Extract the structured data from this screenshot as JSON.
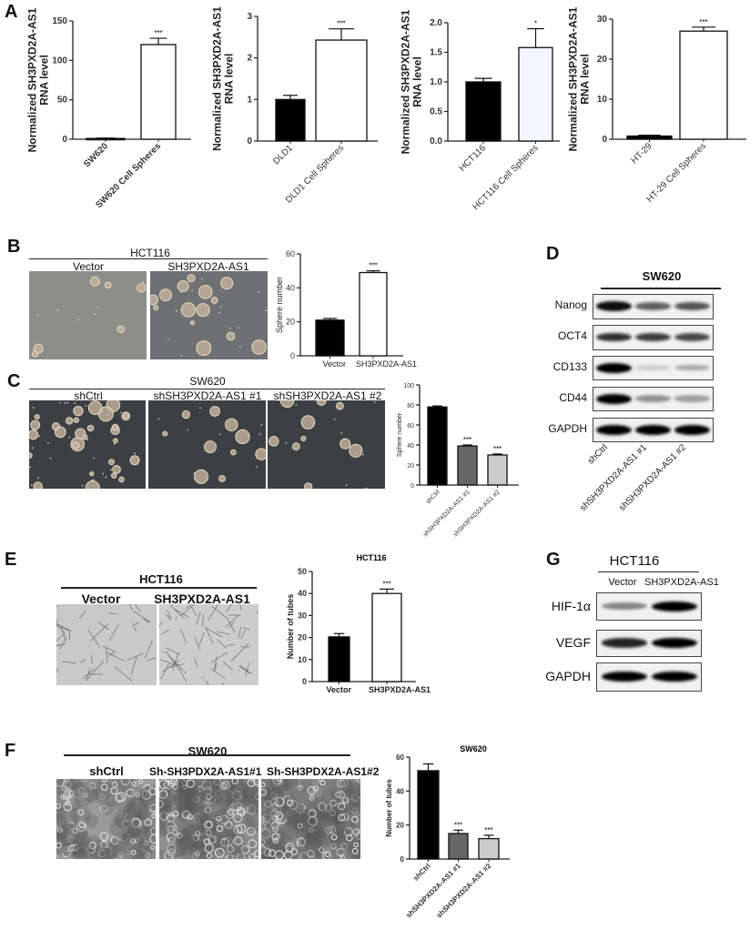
{
  "panels": {
    "A": "A",
    "B": "B",
    "C": "C",
    "D": "D",
    "E": "E",
    "F": "F",
    "G": "G"
  },
  "panel_b": {
    "cell_line": "HCT116",
    "conditions": [
      "Vector",
      "SH3PXD2A-AS1"
    ]
  },
  "panel_c": {
    "cell_line": "SW620",
    "conditions": [
      "shCtrl",
      "shSH3PXD2A-AS1 #1",
      "shSH3PXD2A-AS1 #2"
    ]
  },
  "panel_d": {
    "cell_line": "SW620",
    "proteins": [
      "Nanog",
      "OCT4",
      "CD133",
      "CD44",
      "GAPDH"
    ],
    "lanes": [
      "shCtrl",
      "shSH3PXD2A-AS1 #1",
      "shSH3PXD2A-AS1 #2"
    ],
    "band_intensity": [
      [
        0.95,
        0.6,
        0.65
      ],
      [
        0.8,
        0.75,
        0.7
      ],
      [
        1.0,
        0.15,
        0.3
      ],
      [
        1.0,
        0.4,
        0.35
      ],
      [
        1.0,
        1.0,
        1.0
      ]
    ]
  },
  "panel_e": {
    "cell_line": "HCT116",
    "conditions": [
      "Vector",
      "SH3PXD2A-AS1"
    ]
  },
  "panel_f": {
    "cell_line": "SW620",
    "conditions": [
      "shCtrl",
      "Sh-SH3PDX2A-AS1#1",
      "Sh-SH3PDX2A-AS1#2"
    ]
  },
  "panel_g": {
    "cell_line": "HCT116",
    "lanes": [
      "Vector",
      "SH3PXD2A-AS1"
    ],
    "proteins": [
      "HIF-1α",
      "VEGF",
      "GAPDH"
    ],
    "band_intensity": [
      [
        0.45,
        1.0
      ],
      [
        0.85,
        1.0
      ],
      [
        1.0,
        1.0
      ]
    ]
  },
  "chart_data": [
    {
      "id": "A1",
      "type": "bar",
      "title": "",
      "ylabel": [
        "Normalized SH3PXD2A-AS1",
        "RNA level"
      ],
      "categories": [
        "SW620",
        "SW620 Cell Spheres"
      ],
      "values": [
        1,
        120
      ],
      "errors": [
        0.5,
        8
      ],
      "significance": [
        "",
        "***"
      ],
      "ylim": [
        0,
        150
      ],
      "yticks": [
        "0",
        "50",
        "100",
        "150"
      ],
      "colors": [
        "#000000",
        "#ffffff"
      ],
      "grid": false
    },
    {
      "id": "A2",
      "type": "bar",
      "title": "",
      "ylabel": [
        "Normalized SH3PXD2A-AS1",
        "RNA level"
      ],
      "categories": [
        "DLD1",
        "DLD1 Cell Spheres"
      ],
      "values": [
        1.0,
        2.43
      ],
      "errors": [
        0.1,
        0.27
      ],
      "significance": [
        "",
        "***"
      ],
      "ylim": [
        0,
        3
      ],
      "yticks": [
        "0",
        "1",
        "2",
        "3"
      ],
      "colors": [
        "#000000",
        "#ffffff"
      ],
      "grid": false
    },
    {
      "id": "A3",
      "type": "bar",
      "title": "",
      "ylabel": [
        "Normalized SH3PXD2A-AS1",
        "RNA level"
      ],
      "categories": [
        "HCT116",
        "HCT116 Cell Spheres"
      ],
      "values": [
        1.0,
        1.58
      ],
      "errors": [
        0.06,
        0.32
      ],
      "significance": [
        "",
        "*"
      ],
      "ylim": [
        0,
        2.0
      ],
      "yticks": [
        "0.0",
        "0.5",
        "1.0",
        "1.5",
        "2.0"
      ],
      "colors": [
        "#000000",
        "#f3f6fc"
      ],
      "grid": false
    },
    {
      "id": "A4",
      "type": "bar",
      "title": "",
      "ylabel": [
        "Normalized SH3PXD2A-AS1",
        "RNA level"
      ],
      "categories": [
        "HT-29",
        "HT-29 Cell Spheres"
      ],
      "values": [
        0.8,
        27
      ],
      "errors": [
        0.2,
        1
      ],
      "significance": [
        "",
        "***"
      ],
      "ylim": [
        0,
        30
      ],
      "yticks": [
        "0",
        "10",
        "20",
        "30"
      ],
      "colors": [
        "#000000",
        "#ffffff"
      ],
      "grid": false
    },
    {
      "id": "B",
      "type": "bar",
      "title": "",
      "ylabel": [
        "Sphere number"
      ],
      "categories": [
        "Vector",
        "SH3PXD2A-AS1"
      ],
      "values": [
        21,
        49
      ],
      "errors": [
        1,
        1
      ],
      "significance": [
        "",
        "***"
      ],
      "ylim": [
        0,
        60
      ],
      "yticks": [
        "0",
        "20",
        "40",
        "60"
      ],
      "colors": [
        "#000000",
        "#ffffff"
      ],
      "grid": false
    },
    {
      "id": "C",
      "type": "bar",
      "title": "",
      "ylabel": [
        "Sphere number"
      ],
      "categories": [
        "shCtrl",
        "shSH3PXD2A-AS1 #1",
        "shSH3PXD2A-AS1 #2"
      ],
      "values": [
        78,
        39,
        30
      ],
      "errors": [
        1,
        1,
        1
      ],
      "significance": [
        "",
        "***",
        "***"
      ],
      "ylim": [
        0,
        100
      ],
      "yticks": [
        "0",
        "20",
        "40",
        "60",
        "80",
        "100"
      ],
      "colors": [
        "#000000",
        "#666666",
        "#cccccc"
      ],
      "grid": false
    },
    {
      "id": "E",
      "type": "bar",
      "title": "HCT116",
      "ylabel": [
        "Number of tubes"
      ],
      "categories": [
        "Vector",
        "SH3PXD2A-AS1"
      ],
      "values": [
        20.3,
        40
      ],
      "errors": [
        1.5,
        2
      ],
      "significance": [
        "",
        "***"
      ],
      "ylim": [
        0,
        50
      ],
      "yticks": [
        "0",
        "10",
        "20",
        "30",
        "40",
        "50"
      ],
      "colors": [
        "#000000",
        "#ffffff"
      ],
      "grid": false
    },
    {
      "id": "F",
      "type": "bar",
      "title": "SW620",
      "ylabel": [
        "Number of tubes"
      ],
      "categories": [
        "shCtrl",
        "shSH3PXD2A-AS1 #1",
        "shSH3PXD2A-AS1 #2"
      ],
      "values": [
        52,
        15,
        12
      ],
      "errors": [
        4,
        2,
        2
      ],
      "significance": [
        "",
        "***",
        "***"
      ],
      "ylim": [
        0,
        60
      ],
      "yticks": [
        "0",
        "20",
        "40",
        "60"
      ],
      "colors": [
        "#000000",
        "#666666",
        "#cccccc"
      ],
      "grid": false
    }
  ]
}
